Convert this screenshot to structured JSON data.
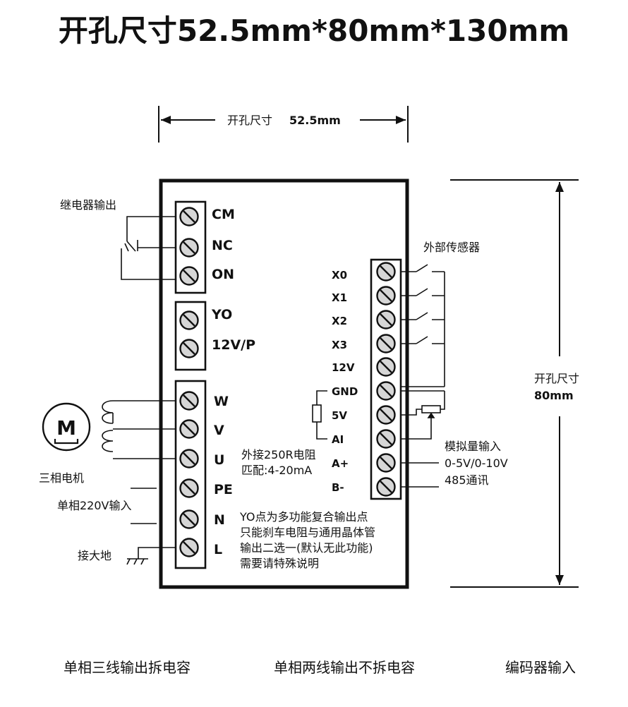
{
  "title": "开孔尺寸52.5mm*80mm*130mm",
  "width_dim": {
    "label": "开孔尺寸",
    "value": "52.5mm"
  },
  "height_dim": {
    "label": "开孔尺寸",
    "value": "80mm"
  },
  "relay_label": "继电器输出",
  "left_block1": [
    "CM",
    "NC",
    "ON"
  ],
  "left_block2": [
    "YO",
    "12V/P"
  ],
  "left_block3": [
    "W",
    "V",
    "U",
    "PE",
    "N",
    "L"
  ],
  "motor": {
    "symbol": "M",
    "label": "三相电机"
  },
  "single_phase_label": "单相220V输入",
  "ground_label": "接大地",
  "resistor_note": [
    "外接250R电阻",
    "匹配:4-20mA"
  ],
  "yo_note": [
    "YO点为多功能复合输出点",
    "只能刹车电阻与通用晶体管",
    "输出二选一(默认无此功能)",
    "需要请特殊说明"
  ],
  "right_block": [
    "X0",
    "X1",
    "X2",
    "X3",
    "12V",
    "GND",
    "5V",
    "AI",
    "A+",
    "B-"
  ],
  "sensor_label": "外部传感器",
  "analog": {
    "label": "模拟量输入",
    "range": "0-5V/0-10V"
  },
  "comm_label": "485通讯",
  "bottom_labels": [
    "单相三线输出拆电容",
    "单相两线输出不拆电容",
    "编码器输入"
  ]
}
